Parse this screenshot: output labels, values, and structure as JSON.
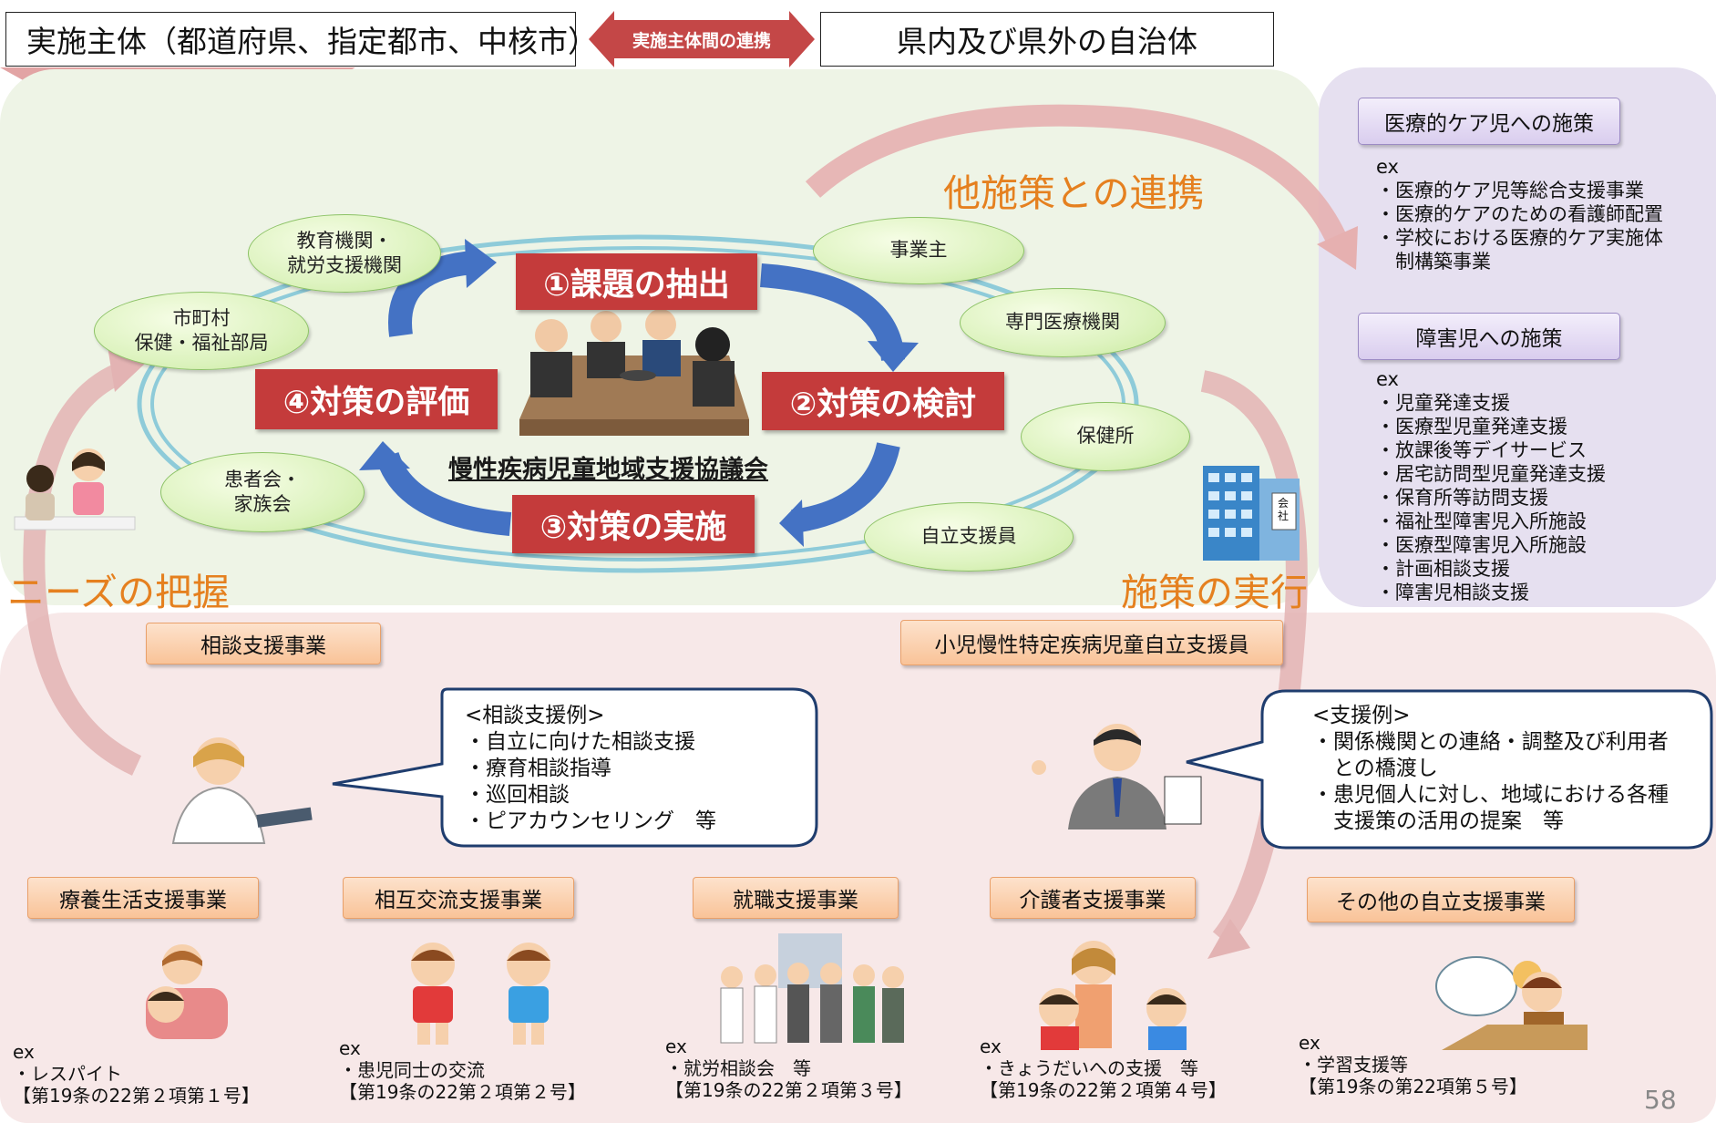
{
  "header": {
    "left": "実施主体（都道府県、指定都市、中核市）",
    "middle": "実施主体間の連携",
    "right": "県内及び県外の自治体"
  },
  "cycle": {
    "step1": "①課題の抽出",
    "step2": "②対策の検討",
    "step3": "③対策の実施",
    "step4": "④対策の評価",
    "council": "慢性疾病児童地域支援協議会"
  },
  "members": {
    "education": [
      "教育機関・",
      "就労支援機関"
    ],
    "municipality": [
      "市町村",
      "保健・福祉部局"
    ],
    "patients": [
      "患者会・",
      "家族会"
    ],
    "employer": "事業主",
    "specialist": "専門医療機関",
    "health_center": "保健所",
    "support_staff": "自立支援員"
  },
  "titles": {
    "collab": "他施策との連携",
    "needs": "ニーズの把握",
    "execute": "施策の実行"
  },
  "right_panel": {
    "medical_tag": "医療的ケア児への施策",
    "medical_ex": "ex",
    "medical_items": [
      "・医療的ケア児等総合支援事業",
      "・医療的ケアのための看護師配置",
      "・学校における医療的ケア実施体",
      "　制構築事業"
    ],
    "disability_tag": "障害児への施策",
    "disability_ex": "ex",
    "disability_items": [
      "・児童発達支援",
      "・医療型児童発達支援",
      "・放課後等デイサービス",
      "・居宅訪問型児童発達支援",
      "・保育所等訪問支援",
      "・福祉型障害児入所施設",
      "・医療型障害児入所施設",
      "・計画相談支援",
      "・障害児相談支援"
    ]
  },
  "building_sign": "会社",
  "consult": {
    "tag": "相談支援事業",
    "bubble": [
      "<相談支援例>",
      "・自立に向けた相談支援",
      "・療育相談指導",
      "・巡回相談",
      "・ピアカウンセリング　等"
    ]
  },
  "support_staff_program": {
    "tag": "小児慢性特定疾病児童自立支援員",
    "bubble": [
      "<支援例>",
      "・関係機関との連絡・調整及び利用者",
      "　との橋渡し",
      "・患児個人に対し、地域における各種",
      "　支援策の活用の提案　等"
    ]
  },
  "programs": [
    {
      "tag": "療養生活支援事業",
      "ex": "ex",
      "line1": "・レスパイト",
      "line2": "【第19条の22第２項第１号】"
    },
    {
      "tag": "相互交流支援事業",
      "ex": "ex",
      "line1": "・患児同士の交流",
      "line2": "【第19条の22第２項第２号】"
    },
    {
      "tag": "就職支援事業",
      "ex": "ex",
      "line1": "・就労相談会　等",
      "line2": "【第19条の22第２項第３号】"
    },
    {
      "tag": "介護者支援事業",
      "ex": "ex",
      "line1": "・きょうだいへの支援　等",
      "line2": "【第19条の22第２項第４号】"
    },
    {
      "tag": "その他の自立支援事業",
      "ex": "ex",
      "line1": "・学習支援等",
      "line2": "【第19条の第22項第５号】"
    }
  ],
  "page_number": "58",
  "colors": {
    "red_box": "#c43b3b",
    "blue_arrow": "#4472c4",
    "orange_title": "#e5801f",
    "green_zone": "#eef4e6",
    "pink_zone": "#f7e8e8",
    "purple_zone": "#e6e0f0"
  }
}
